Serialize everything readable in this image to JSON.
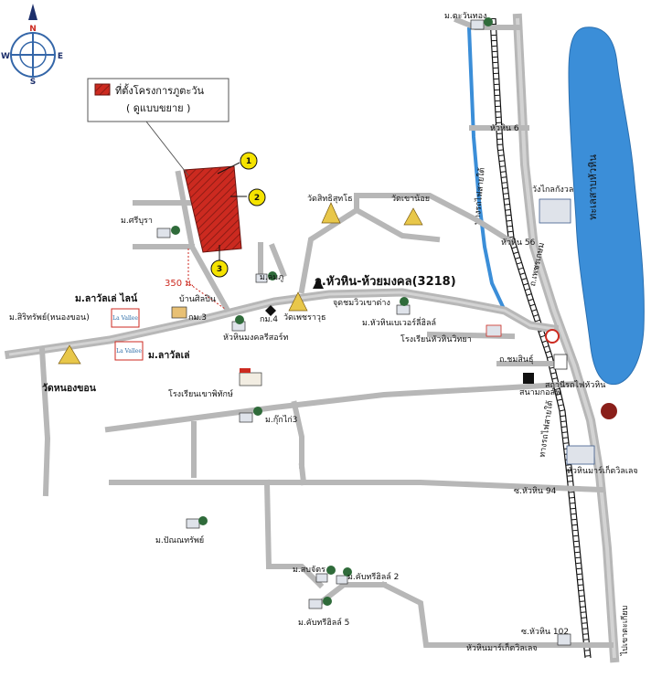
{
  "legend": {
    "line1": "ที่ตั้งโครงการภูตะวัน",
    "line2": "( ดูแบบขยาย )",
    "swatch_color": "#cc2a20"
  },
  "compass": {
    "n": "N",
    "s": "S",
    "e": "E",
    "w": "W"
  },
  "plot_markers": [
    "1",
    "2",
    "3"
  ],
  "distance_label": "350 ม.",
  "main_road_label": "ถ.หัวหิน-ห้วยมงคล(3218)",
  "lake_label": "ทะเลสาบหัวหิน",
  "rail_label_1": "ทางรถไฟสายใต้",
  "rail_label_2": "ทางรถไฟสายใต้",
  "highway_label": "ถ.เพชรเกษม",
  "colors": {
    "lake": "#3b8ed8",
    "road": "#b7b7b7",
    "project": "#cc2a20",
    "canal": "#3b8ed8"
  },
  "places": {
    "m_tawanthong": "ม.ตะวันทอง",
    "soi_huahin6": "หัวหิน 6",
    "soi_huahin56": "หัวหิน 56",
    "wang_klaikangwon": "วังไกลกังวล",
    "wat_khao_noi": "วัดเขาน้อย",
    "wat_sitthisuthiphon": "วัดสิทธิสุทโธ",
    "m_sriburapha": "ม.ศรีบุรา",
    "m_lamphu": "ม.ลมภู",
    "lavalle_line": "ม.ลาวัลเล่ ไลน์",
    "m_sirichai": "ม.สิริทรัพย์(หนองขอน)",
    "baan_silapin": "บ้านศิลปิน",
    "km3": "กม.3",
    "km4": "กม.4",
    "viewpoint": "จุดชมวิวเขาต่าง",
    "wat_phetcharat": "วัดเพชราวุธ",
    "m_huahin_belle": "ม.หัวหินเบเวอร์ลี่ฮิลล์",
    "huahin_mongkol_resort": "หัวหินมงคลรีสอร์ท",
    "m_lavalle": "ม.ลาวัลเล่",
    "wat_nongkhon": "วัดหนองขอน",
    "school_huahin": "โรงเรียนหัวหินวิทยา",
    "soi_chomsin": "ถ.ชมสินธุ์",
    "golf": "สนามกอล์ฟ",
    "station": "สถานีรถไฟหัวหิน",
    "school_khaophitak": "โรงเรียนเขาพิทักษ์",
    "m_kukkai": "ม.กุ๊กไก่3",
    "market_village": "หัวหินมาร์เก็ตวิลเลจ",
    "soi_huahin94": "ซ.หัวหิน 94",
    "m_panatsap": "ม.ปัณณทรัพย์",
    "m_sabuchat": "ม.สบจัตร",
    "m_kapsirisil2": "ม.คับทรีฮิลล์ 2",
    "m_kapsirisil5": "ม.คับทรีฮิลล์ 5",
    "soi_huahin102": "ซ.หัวหิน 102",
    "market_village2": "หัวหินมาร์เก็ตวิลเลจ",
    "khao_takiap": "ไปเขาตะเกียบ",
    "lavalle_logo_text": "La Vallee"
  }
}
